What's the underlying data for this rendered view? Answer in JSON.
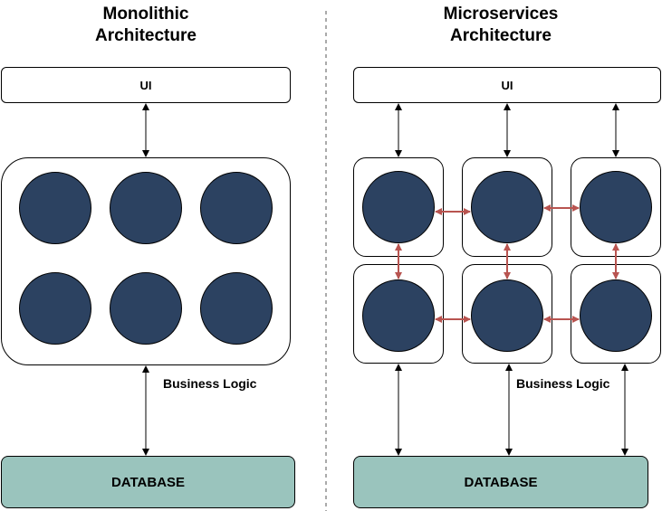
{
  "monolithic": {
    "title_line1": "Monolithic",
    "title_line2": "Architecture",
    "ui_label": "UI",
    "business_logic_label": "Business Logic",
    "database_label": "DATABASE"
  },
  "microservices": {
    "title_line1": "Microservices",
    "title_line2": "Architecture",
    "ui_label": "UI",
    "business_logic_label": "Business Logic",
    "database_label": "DATABASE"
  },
  "colors": {
    "service_circle": "#2c4261",
    "database_fill": "#9ac4bd",
    "inter_service_arrow": "#b85450",
    "arrow": "#000000",
    "divider": "#555555"
  }
}
